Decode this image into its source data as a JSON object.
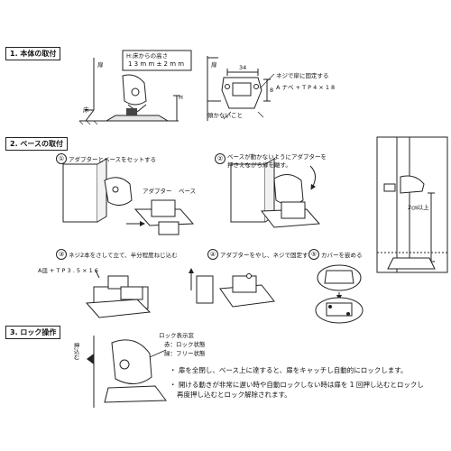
{
  "sections": {
    "s1": "1. 本体の取付",
    "s2": "2. ベースの取付",
    "s3": "3. ロック操作"
  },
  "section1": {
    "door_label_1": "扉",
    "floor_label": "床",
    "h_label": "H",
    "h_note": "H:床からの高さ",
    "h_value": "1 3 m m ± 2 m m",
    "door_label_2": "扉",
    "dim_34": "34",
    "dim_8": "8",
    "screw_note": "ネジで扉に固定する",
    "screw_spec": "A ナベ + T P 4 × 1 8",
    "tilt_note": "傾かないこと"
  },
  "section2": {
    "step1_num": "①",
    "step1_text": "アダプターとベースをセットする",
    "adapter_label": "アダプター",
    "base_label": "ベース",
    "step2_num": "②",
    "step2_text_1": "ベースが動かないようにアダプターを",
    "step2_text_2": "押さえながら扉を離す。",
    "gap_label": "2㎝以上",
    "step3_num": "③",
    "step3_text": "ネジ2本をさして立て、半分程度ねじ込む",
    "step3_screw": "A皿 + T P 3 . 5 × 1 6",
    "step4_num": "④",
    "step4_text": "アダプターをやし、ネジで固定する",
    "step5_num": "⑤",
    "step5_text": "カバーを嵌める"
  },
  "section3": {
    "push_label": "押込む",
    "window_label": "ロック表示窓",
    "red_label": "赤：ロック状態",
    "green_label": "緑：フリー状態",
    "bullet1": "・ 扉を全閉し、ベース上に達すると、扉をキャッチし自動的にロックします。",
    "bullet2_1": "・ 開ける動きが非常に遅い時や自動ロックしない時は扉を 1 回押し込むとロックし",
    "bullet2_2": "再度押し込むとロック解除されます。"
  }
}
